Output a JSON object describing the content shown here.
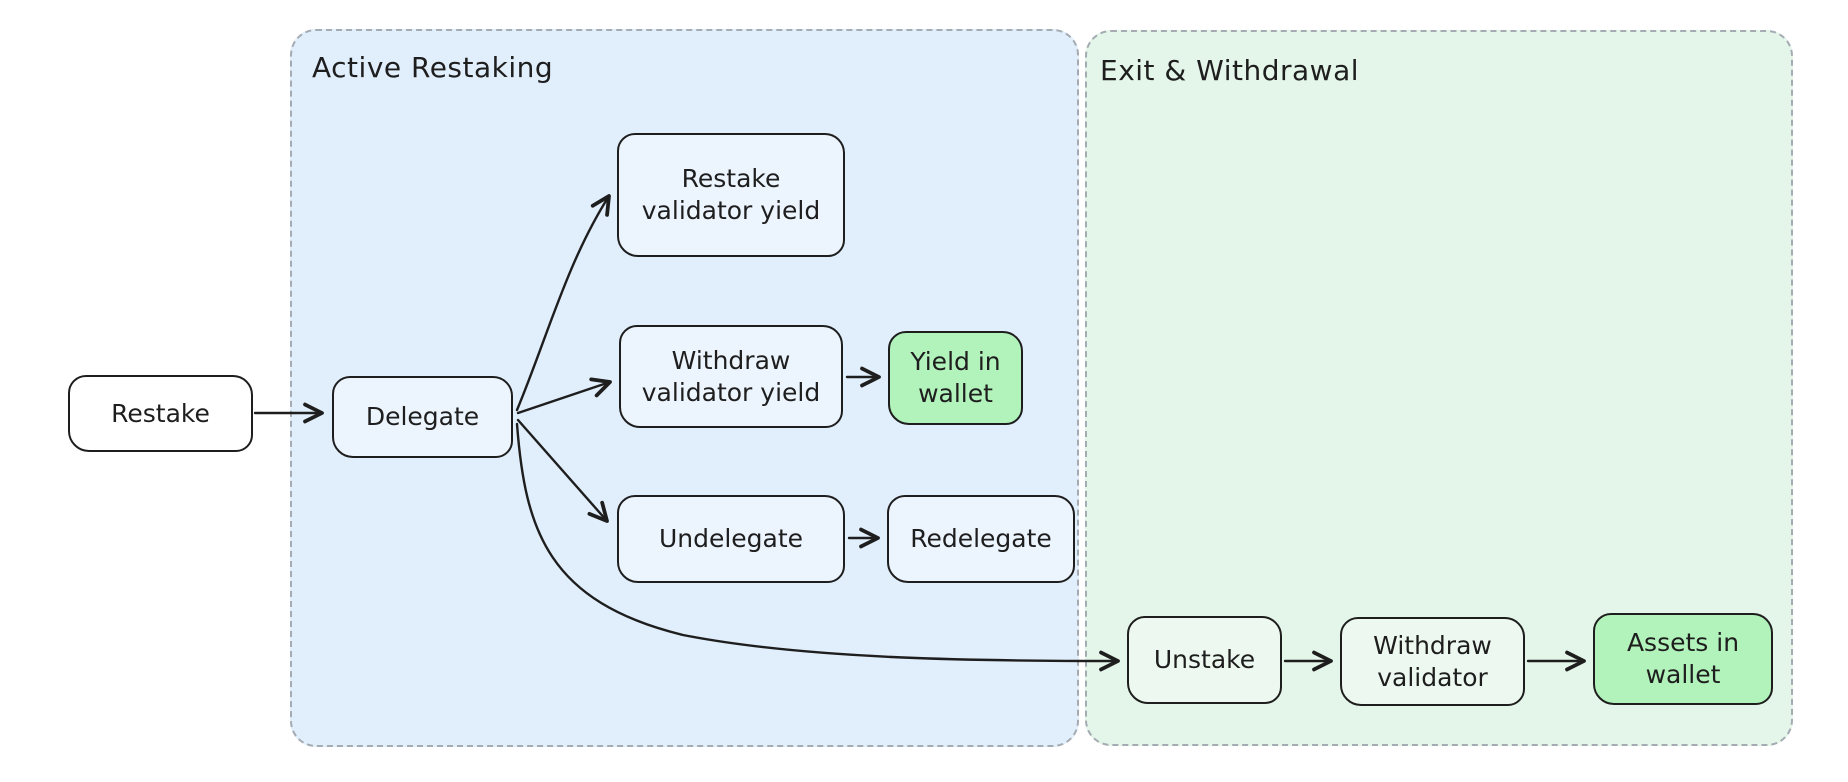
{
  "diagram": {
    "sections": {
      "active_restaking": {
        "label": "Active Restaking"
      },
      "exit_withdrawal": {
        "label": "Exit & Withdrawal"
      }
    },
    "nodes": {
      "restake": {
        "label": "Restake"
      },
      "delegate": {
        "label": "Delegate"
      },
      "restake_validator_yield": {
        "label": "Restake\nvalidator yield"
      },
      "withdraw_validator_yield": {
        "label": "Withdraw\nvalidator yield"
      },
      "yield_in_wallet": {
        "label": "Yield in\nwallet"
      },
      "undelegate": {
        "label": "Undelegate"
      },
      "redelegate": {
        "label": "Redelegate"
      },
      "unstake": {
        "label": "Unstake"
      },
      "withdraw_validator": {
        "label": "Withdraw\nvalidator"
      },
      "assets_in_wallet": {
        "label": "Assets in\nwallet"
      }
    },
    "edges": [
      {
        "from": "Restake",
        "to": "Delegate"
      },
      {
        "from": "Delegate",
        "to": "Restake validator yield"
      },
      {
        "from": "Delegate",
        "to": "Withdraw validator yield"
      },
      {
        "from": "Delegate",
        "to": "Undelegate"
      },
      {
        "from": "Delegate",
        "to": "Unstake"
      },
      {
        "from": "Withdraw validator yield",
        "to": "Yield in wallet"
      },
      {
        "from": "Undelegate",
        "to": "Redelegate"
      },
      {
        "from": "Unstake",
        "to": "Withdraw validator"
      },
      {
        "from": "Withdraw validator",
        "to": "Assets in wallet"
      }
    ],
    "colors": {
      "canvas_bg": "#ffffff",
      "stroke": "#1e1e1e",
      "container_border": "#a5abb3",
      "active_section_bg": "#e1eefb",
      "exit_section_bg": "#e3f6e9",
      "blue_node_bg": "#ecf4fd",
      "green_node_bg": "#edf9f0",
      "highlight_node_bg": "#b2f2bb",
      "white_node_bg": "#ffffff"
    }
  }
}
